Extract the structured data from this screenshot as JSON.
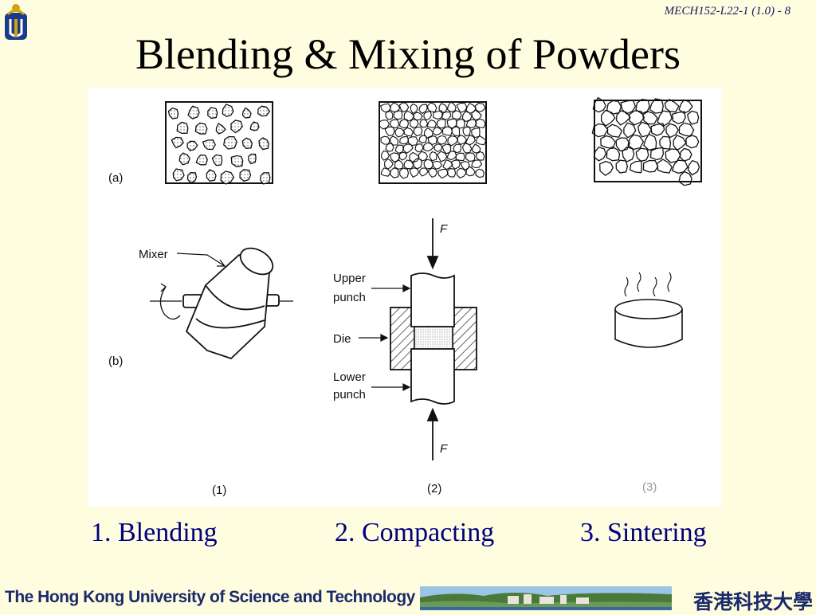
{
  "slide": {
    "number": "MECH152-L22-1 (1.0) - 8",
    "title": "Blending & Mixing of Powders"
  },
  "figure": {
    "row_labels": [
      "(a)",
      "(b)"
    ],
    "col_labels": [
      "(1)",
      "(2)",
      "(3)"
    ],
    "mixer_label": "Mixer",
    "press_labels": [
      "Upper",
      "punch",
      "Die",
      "Lower",
      "punch"
    ],
    "force_label": "F"
  },
  "steps": [
    "1. Blending",
    "2. Compacting",
    "3. Sintering"
  ],
  "footer": {
    "university_en": "The Hong Kong University of Science and Technology",
    "university_cn": "香港科技大學"
  },
  "colors": {
    "title": "#000000",
    "steps": "#000080",
    "background": "#fffde0",
    "footer_text": "#1a2a6a"
  }
}
